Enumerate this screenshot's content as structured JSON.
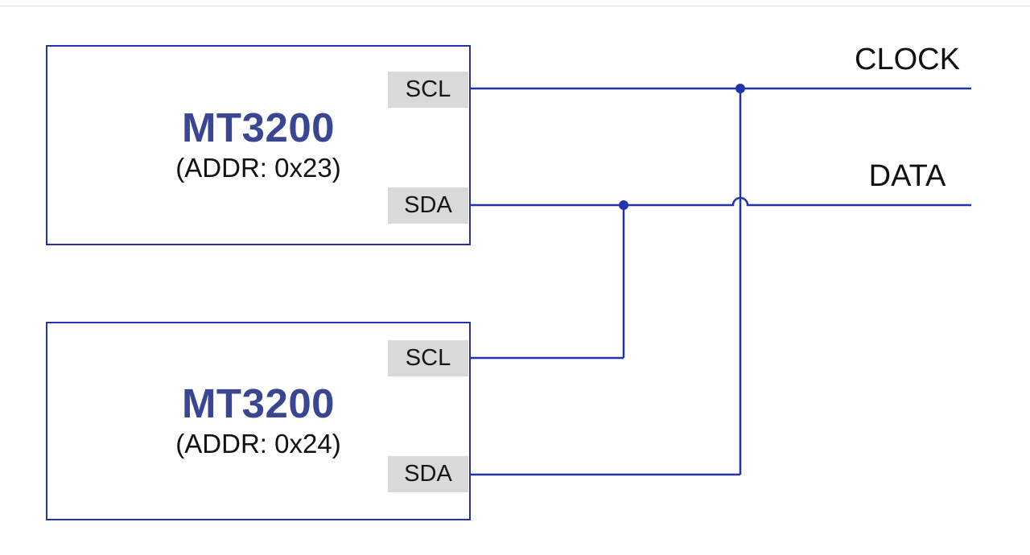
{
  "diagram": {
    "bus": {
      "clock_label": "CLOCK",
      "data_label": "DATA"
    },
    "devices": [
      {
        "name": "MT3200",
        "address": "(ADDR: 0x23)",
        "pins": [
          "SCL",
          "SDA"
        ]
      },
      {
        "name": "MT3200",
        "address": "(ADDR: 0x24)",
        "pins": [
          "SCL",
          "SDA"
        ]
      }
    ],
    "colors": {
      "wire": "#2433ad",
      "device_border": "#2433ad",
      "device_name_text": "#3b4692",
      "pin_background": "#d9d9d9",
      "label_text": "#111111",
      "background": "#ffffff"
    }
  }
}
